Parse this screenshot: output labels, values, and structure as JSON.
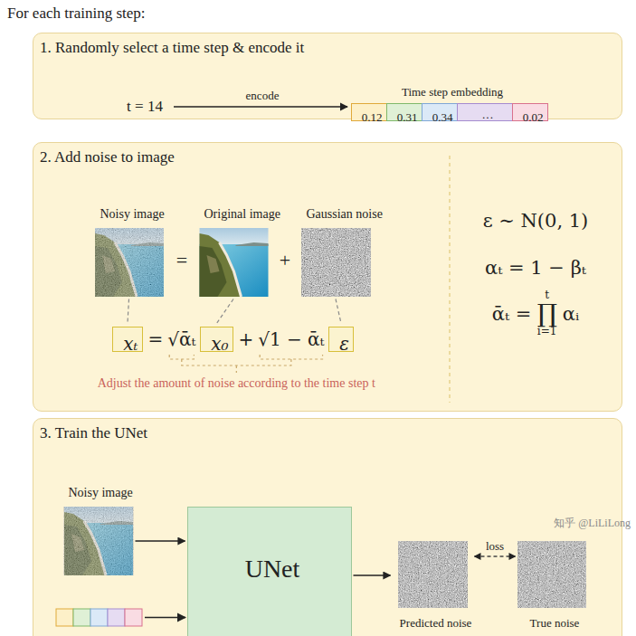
{
  "diagram": {
    "title": "For each training step:",
    "nodes": [
      {
        "text": [
          "1. Randomly select a time step & encode it"
        ]
      },
      {
        "text": [
          "Time step embedding"
        ],
        "in": 0
      },
      {
        "text": [
          "0.12"
        ],
        "in": 1
      },
      {
        "text": [
          "0.31"
        ],
        "in": 1
      },
      {
        "text": [
          "0.34"
        ],
        "in": 1
      },
      {
        "text": [
          "···"
        ],
        "in": 1
      },
      {
        "text": [
          "0.02"
        ],
        "in": 1
      },
      {
        "text": [
          "2. Add noise to image"
        ]
      },
      {
        "text": [
          "Noisy image"
        ],
        "in": 7
      },
      {
        "text": [
          "Original image"
        ],
        "in": 7
      },
      {
        "text": [
          "Gaussian noise"
        ],
        "in": 7
      },
      {
        "text": [
          "xₜ"
        ],
        "in": 7
      },
      {
        "text": [
          "x₀"
        ],
        "in": 7
      },
      {
        "text": [
          "ε"
        ],
        "in": 7
      },
      {
        "text": [
          "3. Train the UNet"
        ]
      },
      {
        "text": [
          "Noisy image"
        ],
        "in": 14
      },
      {
        "text": [
          "UNet"
        ],
        "in": 14
      },
      {
        "text": [
          "Predicted noise"
        ],
        "in": 14
      },
      {
        "text": [
          "True noise"
        ],
        "in": 14
      }
    ],
    "edges": [
      {
        "from": 8,
        "to": 11,
        "arrow": "none"
      },
      {
        "from": 9,
        "to": 12,
        "arrow": "none"
      },
      {
        "from": 10,
        "to": 13,
        "arrow": "none"
      },
      {
        "from": 15,
        "to": 16,
        "arrow": "to"
      },
      {
        "from": 16,
        "to": 17,
        "arrow": "to"
      },
      {
        "from": 17,
        "to": 18,
        "label": "loss",
        "arrow": "both"
      }
    ],
    "labels": [
      "t = 14",
      "encode",
      "=",
      "+",
      "=",
      "√ᾱₜ",
      "+",
      "√1 − ᾱₜ",
      "Adjust the amount of noise according to the time step t",
      "ε ∼ N(0, 1)",
      "αₜ = 1 − βₜ",
      "ᾱₜ =",
      "∏",
      "t",
      "i=1",
      "αᵢ",
      "知乎 @LiLiLong"
    ]
  }
}
